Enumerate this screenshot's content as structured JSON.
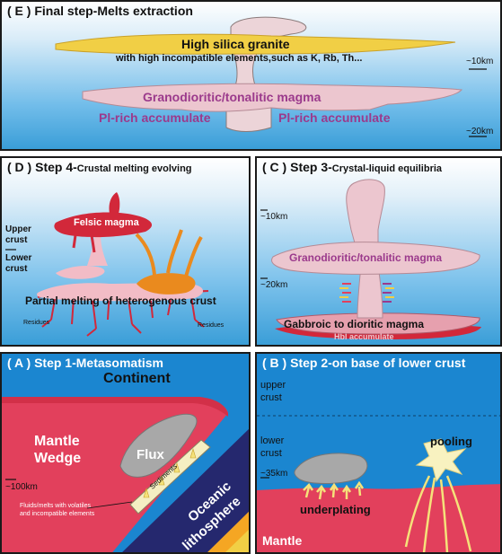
{
  "panel_e": {
    "title": "( E ) Final step-Melts extraction",
    "granite": "High silica granite",
    "granite_sub": "with high incompatible elements,such as K, Rb, Th...",
    "magma": "Granodioritic/tonalitic magma",
    "accum_left": "Pl-rich accumulate",
    "accum_right": "Pl-rich accumulate",
    "depth_10": "~10km",
    "depth_20": "~20km"
  },
  "panel_d": {
    "title_a": "( D ) Step 4-",
    "title_b": "Crustal melting evolving",
    "upper_crust": "Upper crust",
    "lower_crust": "Lower crust",
    "felsic": "Felsic magma",
    "partial": "Partial melting of heterogenous crust",
    "residues_left": "Residues",
    "residues_right": "Residues"
  },
  "panel_c": {
    "title_a": "( C ) Step 3-",
    "title_b": "Crystal-liquid equilibria",
    "depth_10": "~10km",
    "depth_20": "~20km",
    "magma": "Granodioritic/tonalitic magma",
    "gabbroic": "Gabbroic to dioritic magma",
    "hbl": "Hbl accumulate"
  },
  "panel_a": {
    "title": "( A ) Step 1-Metasomatism",
    "continent": "Continent",
    "mantle": "Mantle",
    "wedge": "Wedge",
    "flux": "Flux",
    "sediments": "Sediments",
    "oceanic": "Oceanic",
    "lithosphere": "lithosphere",
    "depth_100": "~100km",
    "fluids_1": "Fluids/melts with volatiles",
    "fluids_2": "and incompatible elements"
  },
  "panel_b": {
    "title": "( B ) Step 2-on base of lower crust",
    "upper_crust": "upper crust",
    "lower_crust": "lower crust",
    "depth_35": "~35km",
    "pooling": "pooling",
    "underplating": "underplating",
    "mantle": "Mantle"
  },
  "colors": {
    "sky_top": "#ffffff",
    "sky_bottom": "#4aa6de",
    "ocean_blue": "#1b86d0",
    "mantle_red": "#e2405c",
    "magma_pink": "#eccdd3",
    "felsic_red": "#d2283a",
    "granite_yellow": "#f1cf45",
    "accum_purple": "#9b3a8c",
    "crust_grey": "#a8a8a8",
    "slab_navy": "#25286e",
    "underplate_yellow": "#f5e27a"
  }
}
